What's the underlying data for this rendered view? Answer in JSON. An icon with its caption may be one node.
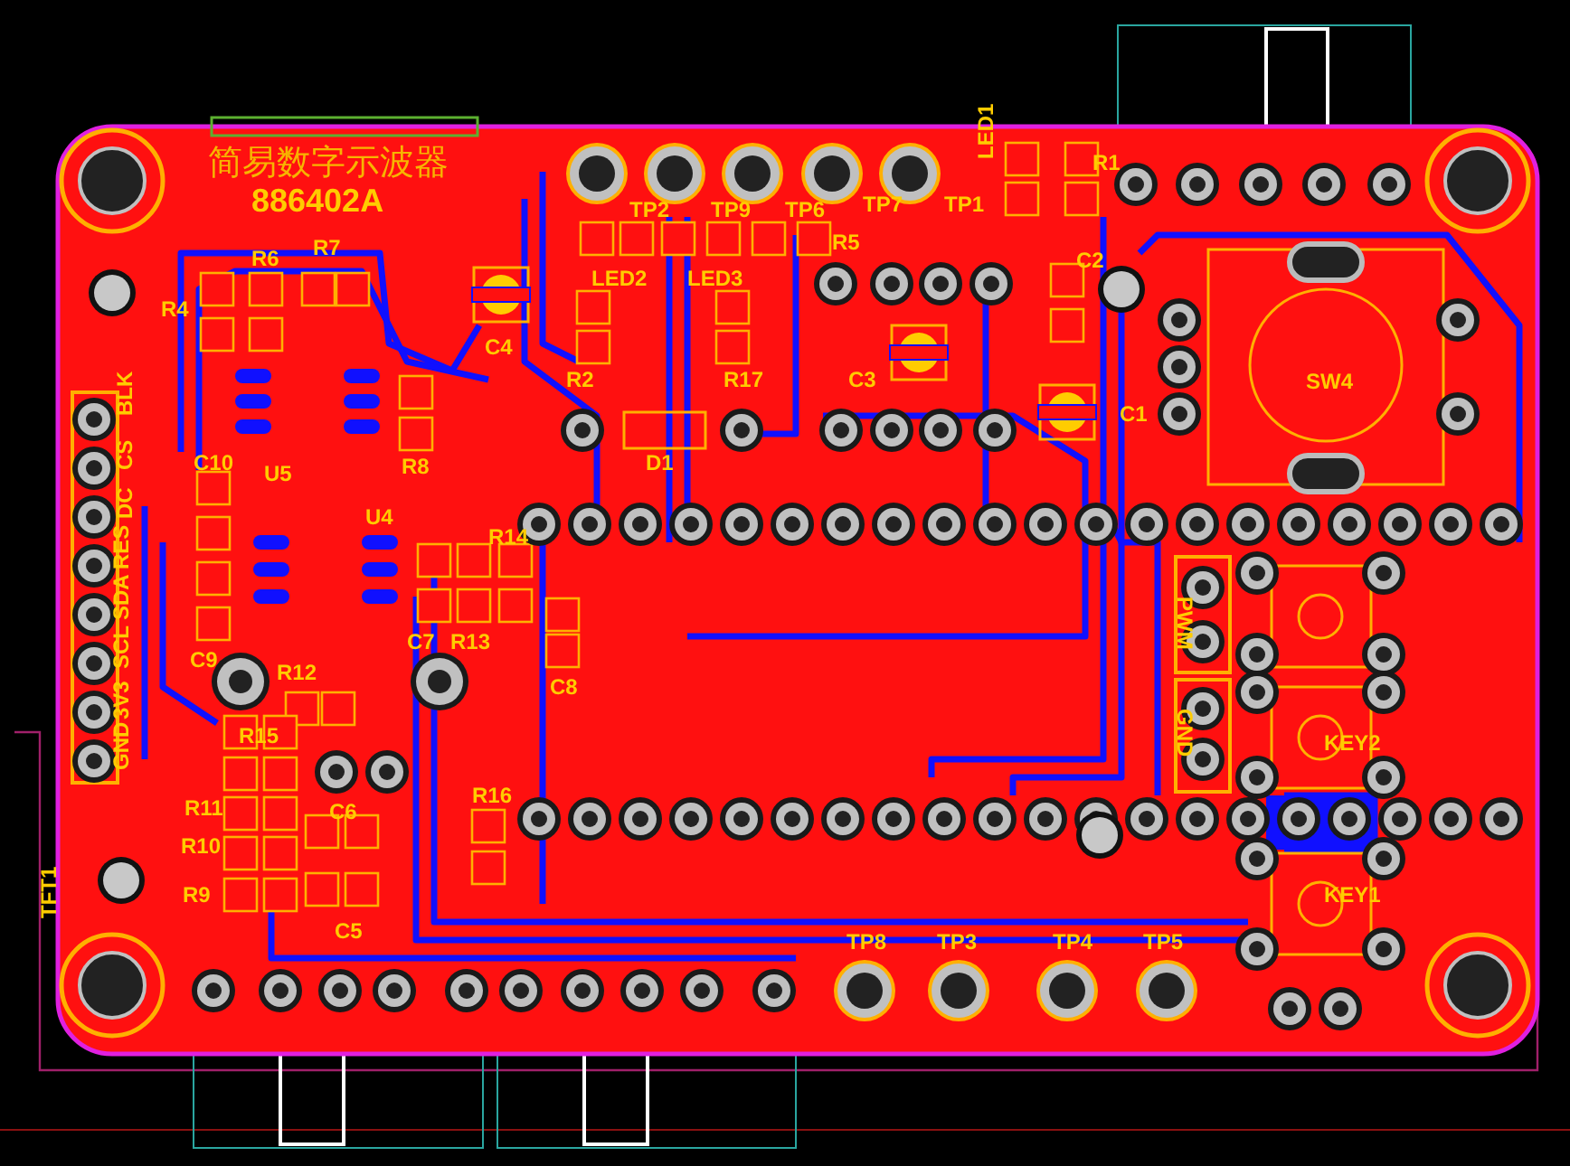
{
  "diagram": {
    "title": "简易数字示波器",
    "labels": [
      "886402A",
      "R1",
      "LED1",
      "R7",
      "TP2",
      "TP9",
      "TP6",
      "TP7",
      "TP1",
      "R6",
      "R5",
      "LED2",
      "LED3",
      "C2",
      "R4",
      "C4",
      "R2",
      "R17",
      "C3",
      "SW4",
      "C1",
      "BLK",
      "CS",
      "DC",
      "RES",
      "SDA",
      "SCL",
      "3V3",
      "GND",
      "C10",
      "U5",
      "R8",
      "D1",
      "U4",
      "R14",
      "PWM",
      "GND",
      "C9",
      "R12",
      "C7",
      "R13",
      "C8",
      "R15",
      "R11",
      "C6",
      "R16",
      "R10",
      "R9",
      "C5",
      "KEY2",
      "KEY1",
      "TFT1",
      "TP8",
      "TP3",
      "TP4",
      "TP5"
    ]
  }
}
